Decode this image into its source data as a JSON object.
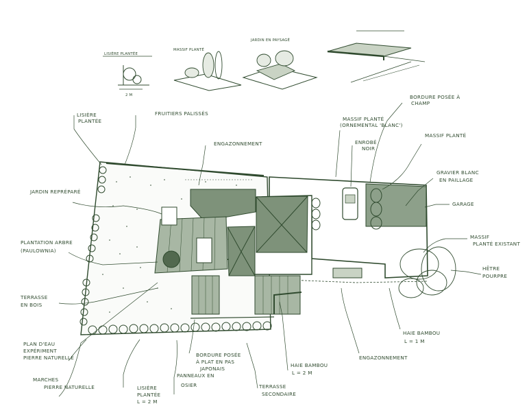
{
  "sketches": [
    {
      "id": "lisiere",
      "label": "LISIÈRE PLANTÉE",
      "sub": "2 M"
    },
    {
      "id": "massif",
      "label": "MASSIF PLANTÉ"
    },
    {
      "id": "jardin",
      "label": "JARDIN EN PAYSAGÉ"
    },
    {
      "id": "terrasse",
      "label": ""
    }
  ],
  "labels": [
    {
      "id": "lisiere-plantee-top",
      "lines": [
        "LISIÈRE",
        "PLANTÉE"
      ]
    },
    {
      "id": "fruitiers",
      "lines": [
        "FRUITIERS PALISSÉS"
      ]
    },
    {
      "id": "engazonnement-top",
      "lines": [
        "ENGAZONNEMENT"
      ]
    },
    {
      "id": "massif-plante-ornement",
      "lines": [
        "MASSIF PLANTÉ",
        "(ORNEMENTAL 'BLANC')"
      ]
    },
    {
      "id": "enrobe-noir",
      "lines": [
        "ENROBÉ",
        "NOIR"
      ]
    },
    {
      "id": "bordure-posee",
      "lines": [
        "BORDURE POSÉE À",
        "CHAMP"
      ]
    },
    {
      "id": "massif-plante-right",
      "lines": [
        "MASSIF PLANTÉ"
      ]
    },
    {
      "id": "gravier",
      "lines": [
        "GRAVIER BLANC",
        "EN PAILLAGE"
      ]
    },
    {
      "id": "garage",
      "lines": [
        "GARAGE"
      ]
    },
    {
      "id": "massif-existant",
      "lines": [
        "MASSIF",
        "PLANTÉ EXISTANT"
      ]
    },
    {
      "id": "hetre",
      "lines": [
        "HÊTRE",
        "POURPRE"
      ]
    },
    {
      "id": "jardin-repris",
      "lines": [
        "JARDIN REPRÉPARÉ"
      ]
    },
    {
      "id": "plantation-arbre",
      "lines": [
        "PLANTATION ARBRE",
        "(PAULOWNIA)"
      ]
    },
    {
      "id": "terrasse-bois",
      "lines": [
        "TERRASSE",
        "EN BOIS"
      ]
    },
    {
      "id": "plan-eau",
      "lines": [
        "PLAN D'EAU",
        "EXPÉRIMENT",
        "PIERRE NATURELLE"
      ]
    },
    {
      "id": "marches",
      "lines": [
        "MARCHES",
        "PIERRE NATURELLE"
      ]
    },
    {
      "id": "lisiere-plantee-bottom",
      "lines": [
        "LISIÈRE",
        "PLANTÉE",
        "L = 2 M"
      ]
    },
    {
      "id": "panneaux",
      "lines": [
        "PANNEAUX EN",
        "OSIER"
      ]
    },
    {
      "id": "bordure-pose-bottom",
      "lines": [
        "BORDURE POSÉE",
        "À PLAT EN PAS",
        "JAPONAIS"
      ]
    },
    {
      "id": "terrasse-secondaire",
      "lines": [
        "TERRASSE",
        "SECONDAIRE"
      ]
    },
    {
      "id": "haie-bambou-bottom",
      "lines": [
        "HAIE BAMBOU",
        "L = 2 M"
      ]
    },
    {
      "id": "engazonnement-bottom",
      "lines": [
        "ENGAZONNEMENT"
      ]
    },
    {
      "id": "haie-bambou-right",
      "lines": [
        "HAIE BAMBOU",
        "L = 1 M"
      ]
    }
  ],
  "colors": {
    "ink": "#2f4a2e",
    "mid": "#5e7a5a",
    "light": "#c9d3c4",
    "lighter": "#e6ebe3"
  }
}
